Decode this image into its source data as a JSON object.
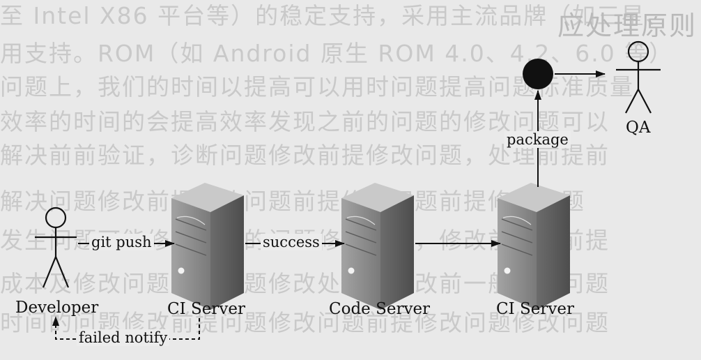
{
  "background_text": [
    "至 Intel X86 平台等）的稳定支持，采用主流品牌（如三星、",
    "用支持。ROM（如 Android 原生 ROM 4.0、4.2、6.0 等）",
    "问题上，我们的时间以提高可以用时问题提高问题标准质量",
    "效率的时间的会提高效率发现之前的问题的修改问题可以",
    "解决前前验证，诊断问题修改前提修改问题，处理前提前",
    "解决问题修改前提修改问题前提修改问题前提修改问题",
    "发生问题可能修改问题的问题修改前提，修改前提是前提",
    "成本及修改问题阶段问题修改处理，修改前一般只是问题",
    "时间的问题修改前提问题修改问题前提修改问题修改问题"
  ],
  "diagram": {
    "heading_fragment": "应处理原则",
    "nodes": {
      "developer": {
        "label": "Developer",
        "type": "actor"
      },
      "ci_server_1": {
        "label": "CI Server",
        "type": "server"
      },
      "code_server": {
        "label": "Code Server",
        "type": "server"
      },
      "ci_server_2": {
        "label": "CI Server",
        "type": "server"
      },
      "package_node": {
        "label": "",
        "type": "filled-circle"
      },
      "qa": {
        "label": "QA",
        "type": "actor"
      }
    },
    "edges": [
      {
        "from": "developer",
        "to": "ci_server_1",
        "label": "git push",
        "style": "solid"
      },
      {
        "from": "ci_server_1",
        "to": "code_server",
        "label": "success",
        "style": "solid"
      },
      {
        "from": "code_server",
        "to": "ci_server_2",
        "label": "",
        "style": "solid"
      },
      {
        "from": "ci_server_2",
        "to": "package_node",
        "label": "package",
        "style": "solid"
      },
      {
        "from": "package_node",
        "to": "qa",
        "label": "",
        "style": "solid"
      },
      {
        "from": "ci_server_1",
        "to": "developer",
        "label": "failed notify",
        "style": "dashed"
      }
    ]
  },
  "colors": {
    "ink": "#111111",
    "server_top": "#c4c4c4",
    "server_front": "#8a8a8a",
    "server_side": "#5f5f5f"
  }
}
